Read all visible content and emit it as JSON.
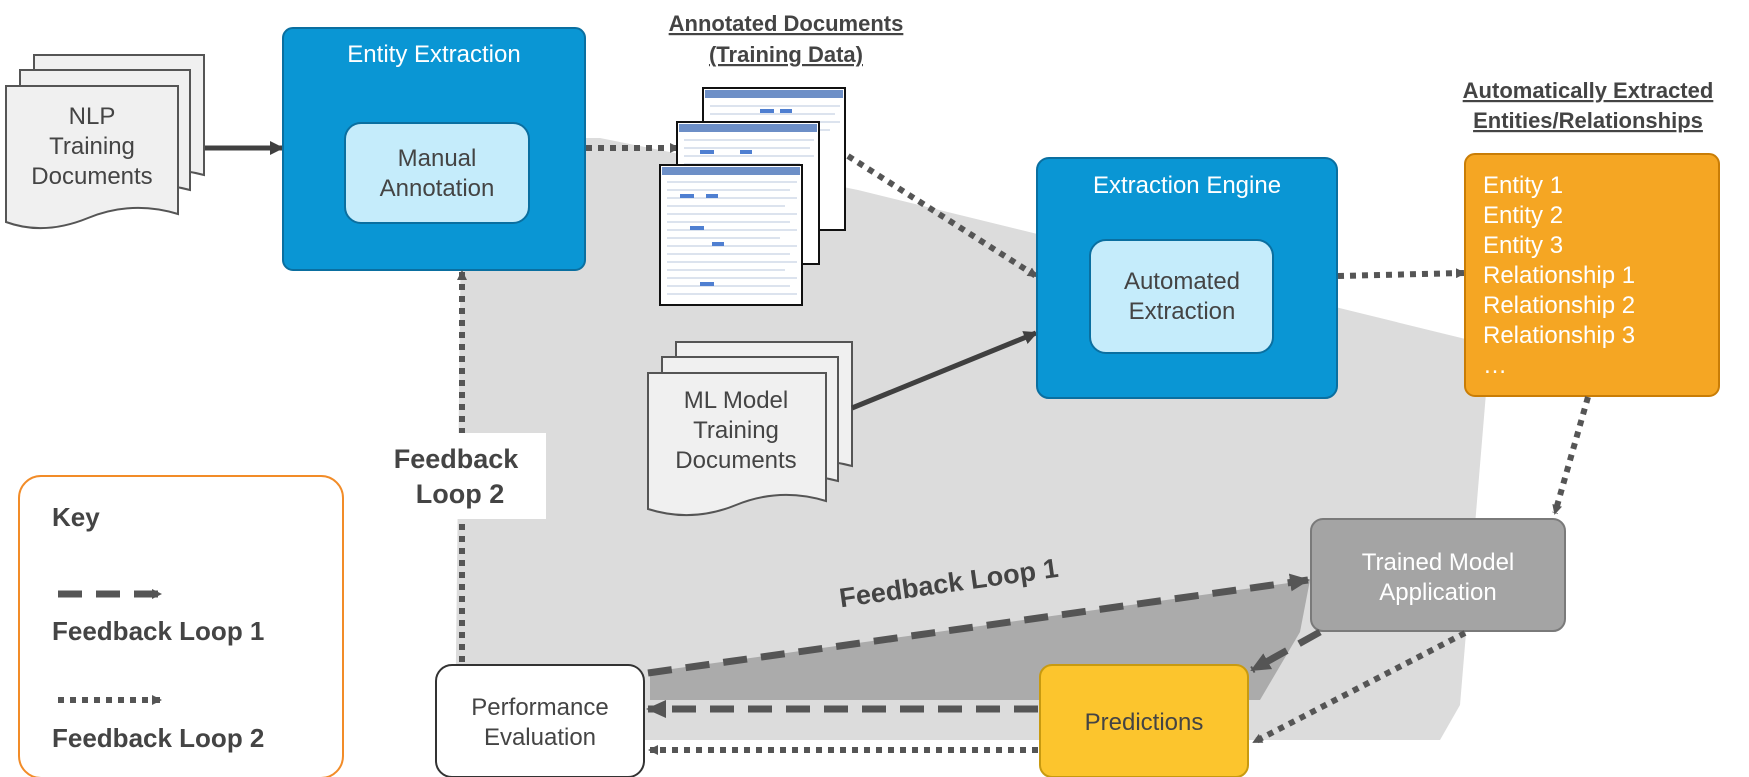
{
  "inputs": {
    "nlp_docs_lines": [
      "NLP",
      "Training",
      "Documents"
    ],
    "ml_docs_lines": [
      "ML Model",
      "Training",
      "Documents"
    ]
  },
  "entity_extraction": {
    "title": "Entity Extraction",
    "inner_lines": [
      "Manual",
      "Annotation"
    ]
  },
  "annotated_docs": {
    "heading_lines": [
      "Annotated Documents",
      "(Training Data)"
    ]
  },
  "extraction_engine": {
    "title": "Extraction Engine",
    "inner_lines": [
      "Automated",
      "Extraction"
    ]
  },
  "extracted": {
    "heading_lines": [
      "Automatically Extracted",
      "Entities/Relationships"
    ],
    "items": [
      "Entity 1",
      "Entity 2",
      "Entity 3",
      "Relationship 1",
      "Relationship 2",
      "Relationship 3",
      "…"
    ]
  },
  "trained_model": {
    "lines": [
      "Trained Model",
      "Application"
    ]
  },
  "predictions": {
    "label": "Predictions"
  },
  "performance": {
    "lines": [
      "Performance",
      "Evaluation"
    ]
  },
  "loops": {
    "loop1_label": "Feedback Loop 1",
    "loop2_lines": [
      "Feedback",
      "Loop 2"
    ]
  },
  "key": {
    "title": "Key",
    "loop1": "Feedback Loop 1",
    "loop2": "Feedback Loop 2"
  },
  "colors": {
    "blue_box": "#0a96d4",
    "light_blue": "#c5ecfb",
    "orange": "#f5a623",
    "yellow": "#fcc52d",
    "gray_box": "#a4a4a4",
    "region": "#d9d9d9",
    "region_dark": "#a9a9a9",
    "arrow": "#555555",
    "key_border": "#f28c28"
  }
}
